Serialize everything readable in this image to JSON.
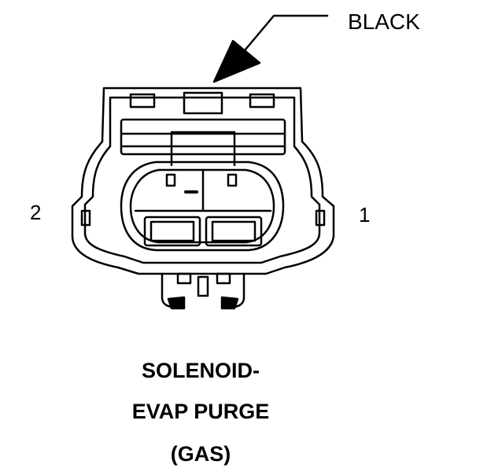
{
  "connector": {
    "color_label": "BLACK",
    "pin_left_label": "2",
    "pin_right_label": "1"
  },
  "caption": {
    "line1": "SOLENOID-",
    "line2": "EVAP PURGE",
    "line3": "(GAS)"
  },
  "colors": {
    "stroke": "#000000",
    "background": "#ffffff"
  }
}
